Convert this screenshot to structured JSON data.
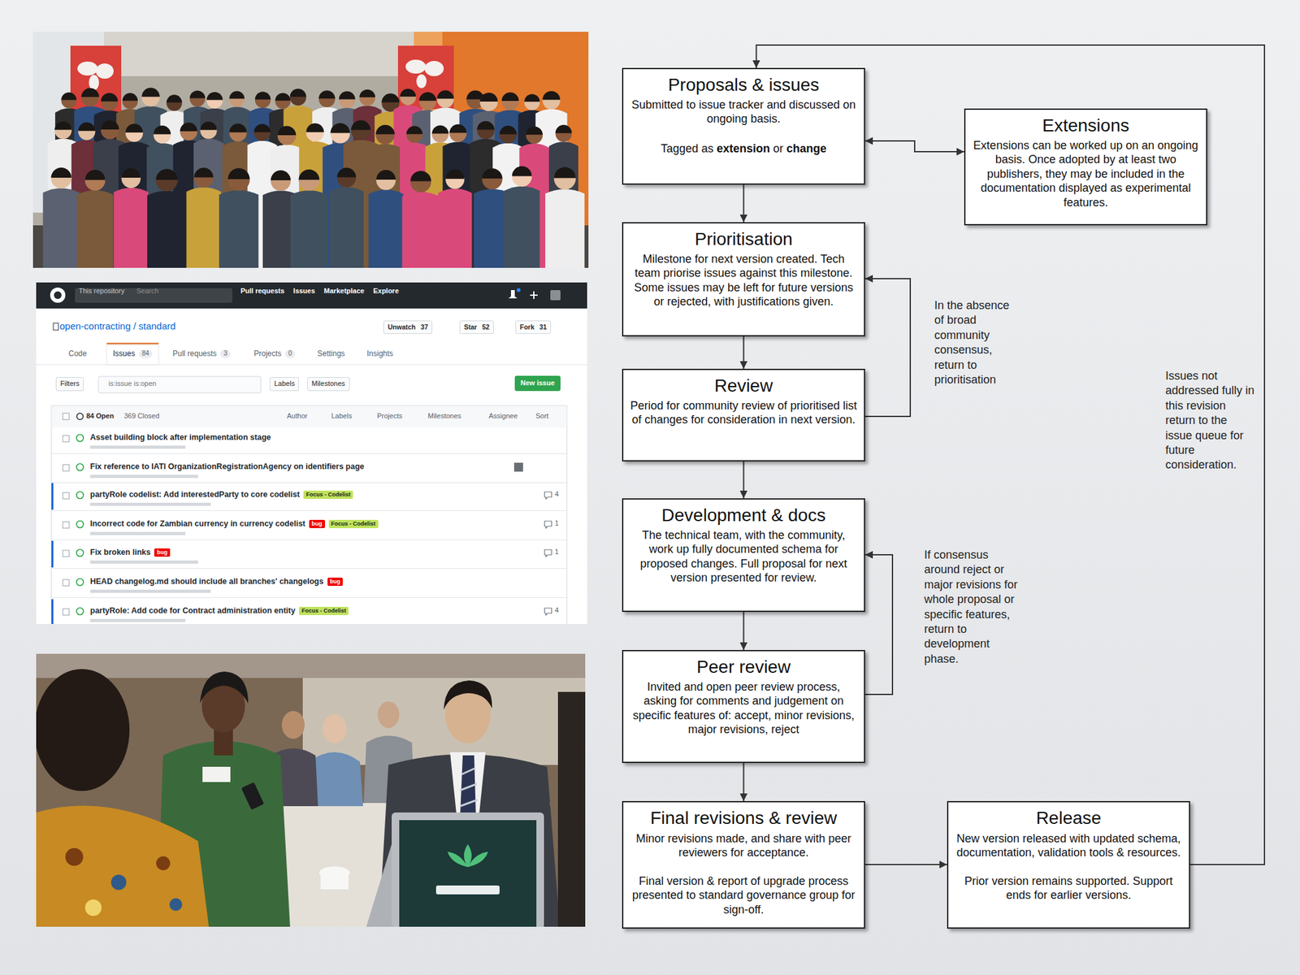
{
  "diagram": {
    "nodes": [
      {
        "text": [
          "Proposals & issues",
          "Submitted to issue tracker and discussed on ongoing basis.",
          "Tagged as extension or change"
        ]
      },
      {
        "text": [
          "Extensions",
          "Extensions can be worked up on an ongoing basis. Once adopted by at least two publishers, they may be included in the documentation displayed as experimental features."
        ]
      },
      {
        "text": [
          "Prioritisation",
          "Milestone for next version created. Tech team priorise issues against this milestone. Some issues may be left for future versions or rejected, with justifications given."
        ]
      },
      {
        "text": [
          "Review",
          "Period for community review of prioritised list of changes for consideration in next version."
        ]
      },
      {
        "text": [
          "Development & docs",
          "The technical team, with the community, work up fully documented schema for proposed changes. Full proposal for next version presented for review."
        ]
      },
      {
        "text": [
          "Peer review",
          "Invited and open peer review process, asking for comments and judgement on specific features of: accept, minor revisions, major revisions, reject"
        ]
      },
      {
        "text": [
          "Final revisions & review",
          "Minor revisions made, and share with peer reviewers for acceptance.",
          "Final version & report of upgrade process presented to standard governance group for sign-off."
        ]
      },
      {
        "text": [
          "Release",
          "New version released with updated schema, documentation, validation tools & resources.",
          "Prior version remains supported. Support ends for earlier versions."
        ]
      }
    ],
    "edges": [
      {
        "from": 0,
        "to": 2,
        "arrow": "to"
      },
      {
        "from": 0,
        "to": 1,
        "arrow": "both"
      },
      {
        "from": 2,
        "to": 3,
        "arrow": "to"
      },
      {
        "from": 3,
        "to": 2,
        "arrow": "to",
        "label": "In the absence of broad community consensus, return to prioritisation"
      },
      {
        "from": 3,
        "to": 4,
        "arrow": "to"
      },
      {
        "from": 4,
        "to": 5,
        "arrow": "to"
      },
      {
        "from": 5,
        "to": 4,
        "arrow": "to",
        "label": "If consensus around reject or major revisions for whole proposal or specific features, return to development phase."
      },
      {
        "from": 5,
        "to": 6,
        "arrow": "to"
      },
      {
        "from": 6,
        "to": 7,
        "arrow": "to"
      },
      {
        "from": 7,
        "to": 0,
        "arrow": "to",
        "label": "Issues not addressed fully in this revision return to the issue queue for future consideration."
      }
    ],
    "labels": [
      "This repository",
      "Search",
      "Pull requests",
      "Issues",
      "Marketplace",
      "Explore",
      "open-contracting / standard",
      "Unwatch",
      "37",
      "Star",
      "52",
      "Fork",
      "31",
      "Code",
      "Issues",
      "84",
      "Pull requests",
      "3",
      "Projects",
      "0",
      "Settings",
      "Insights",
      "Filters",
      "is:issue is:open",
      "Labels",
      "Milestones",
      "New issue",
      "84 Open",
      "369 Closed",
      "Author",
      "Labels",
      "Projects",
      "Milestones",
      "Assignee",
      "Sort",
      "Asset building block after implementation stage",
      "Fix reference to IATI OrganizationRegistrationAgency on identifiers page",
      "partyRole codelist: Add interestedParty to core codelist",
      "Focus - Codelist",
      "4",
      "Incorrect code for Zambian currency in currency codelist",
      "bug",
      "Focus - Codelist",
      "1",
      "Fix broken links",
      "bug",
      "1",
      "HEAD changelog.md should include all branches' changelogs",
      "bug",
      "partyRole: Add code for Contract administration entity",
      "Focus - Codelist",
      "4"
    ]
  }
}
